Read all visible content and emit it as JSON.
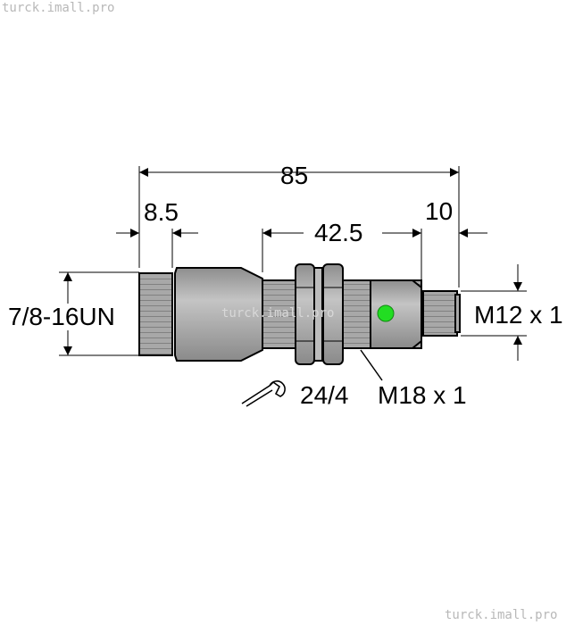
{
  "watermark": {
    "top_left": "turck.imall.pro",
    "bottom_right": "turck.imall.pro",
    "center": "turck.imall.pro"
  },
  "dimensions": {
    "overall_length": "85",
    "thread_length": "8.5",
    "body_length": "42.5",
    "connector_length": "10",
    "left_thread": "7/8-16UN",
    "right_thread": "M12 x 1",
    "housing_thread": "M18 x 1",
    "wrench_size": "24/4"
  },
  "colors": {
    "body": "#a8a8a8",
    "led": "#22dd22",
    "line": "#000000"
  },
  "icons": [
    "wrench-icon",
    "led-indicator"
  ]
}
